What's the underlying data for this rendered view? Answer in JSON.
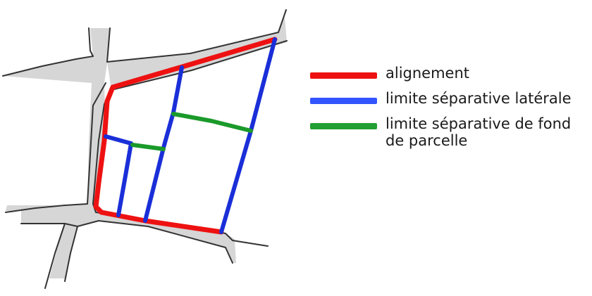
{
  "colors": {
    "alignement": "#ee1111",
    "laterale": "#1a2fd8",
    "fond": "#1a9a2a",
    "road": "#d6d6d6",
    "outline": "#333333"
  },
  "legend": [
    {
      "label": "alignement",
      "color": "#ee1111"
    },
    {
      "label": "limite séparative latérale",
      "color": "#3355ff"
    },
    {
      "label": "limite séparative de fond\nde parcelle",
      "color": "#22a033"
    }
  ]
}
